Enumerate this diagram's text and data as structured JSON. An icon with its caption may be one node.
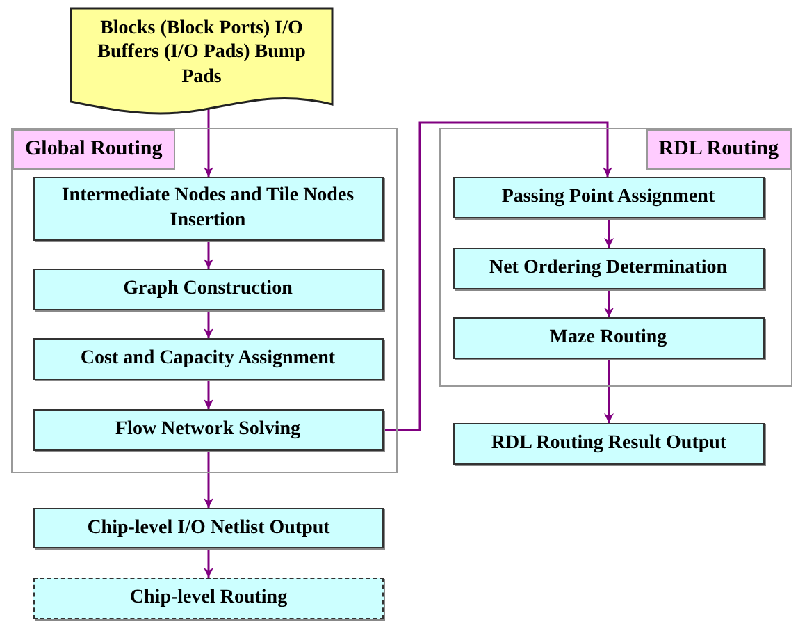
{
  "diagram": {
    "nodes": [
      {
        "text": [
          "Blocks (Block Ports) I/O Buffers (I/O Pads) Bump Pads"
        ]
      },
      {
        "text": [
          "Global Routing"
        ]
      },
      {
        "text": [
          "Intermediate Nodes and Tile Nodes Insertion"
        ],
        "in": 1
      },
      {
        "text": [
          "Graph Construction"
        ],
        "in": 1
      },
      {
        "text": [
          "Cost and Capacity Assignment"
        ],
        "in": 1
      },
      {
        "text": [
          "Flow Network Solving"
        ],
        "in": 1
      },
      {
        "text": [
          "RDL Routing"
        ]
      },
      {
        "text": [
          "Passing Point Assignment"
        ],
        "in": 6
      },
      {
        "text": [
          "Net Ordering Determination"
        ],
        "in": 6
      },
      {
        "text": [
          "Maze Routing"
        ],
        "in": 6
      },
      {
        "text": [
          "RDL Routing Result Output"
        ]
      },
      {
        "text": [
          "Chip-level I/O Netlist Output"
        ]
      },
      {
        "text": [
          "Chip-level Routing"
        ]
      }
    ],
    "edges": [
      {
        "from": 0,
        "to": 2,
        "arrow": "to"
      },
      {
        "from": 2,
        "to": 3,
        "arrow": "to"
      },
      {
        "from": 3,
        "to": 4,
        "arrow": "to"
      },
      {
        "from": 4,
        "to": 5,
        "arrow": "to"
      },
      {
        "from": 5,
        "to": 7,
        "arrow": "to"
      },
      {
        "from": 7,
        "to": 8,
        "arrow": "to"
      },
      {
        "from": 8,
        "to": 9,
        "arrow": "to"
      },
      {
        "from": 9,
        "to": 10,
        "arrow": "to"
      },
      {
        "from": 5,
        "to": 11,
        "arrow": "to"
      },
      {
        "from": 11,
        "to": 12,
        "arrow": "to"
      }
    ]
  }
}
